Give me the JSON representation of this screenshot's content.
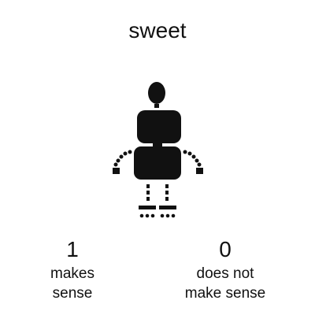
{
  "prompt": {
    "word": "sweet"
  },
  "options": [
    {
      "value": "1",
      "label_line1": "makes",
      "label_line2": "sense"
    },
    {
      "value": "0",
      "label_line1": "does not",
      "label_line2": "make sense"
    }
  ],
  "colors": {
    "ink": "#111111",
    "background": "#ffffff"
  },
  "icons": {
    "character": "robot-icon"
  }
}
